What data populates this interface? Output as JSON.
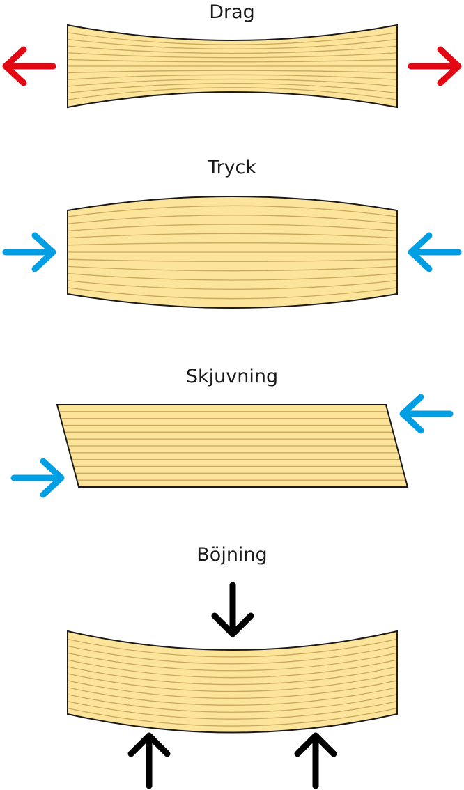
{
  "panels": [
    {
      "id": "drag",
      "label": "Drag",
      "arrow_color": "#e30613",
      "arrow_direction": "outward"
    },
    {
      "id": "tryck",
      "label": "Tryck",
      "arrow_color": "#009fe3",
      "arrow_direction": "inward"
    },
    {
      "id": "skjuvning",
      "label": "Skjuvning",
      "arrow_color": "#009fe3",
      "arrow_direction": "opposing"
    },
    {
      "id": "bojning",
      "label": "Böjning",
      "arrow_color": "#000000",
      "arrow_direction": "three-point"
    }
  ],
  "colors": {
    "wood_fill": "#fde49b",
    "grain": "#c9a85b",
    "outline": "#1a1a1a"
  }
}
